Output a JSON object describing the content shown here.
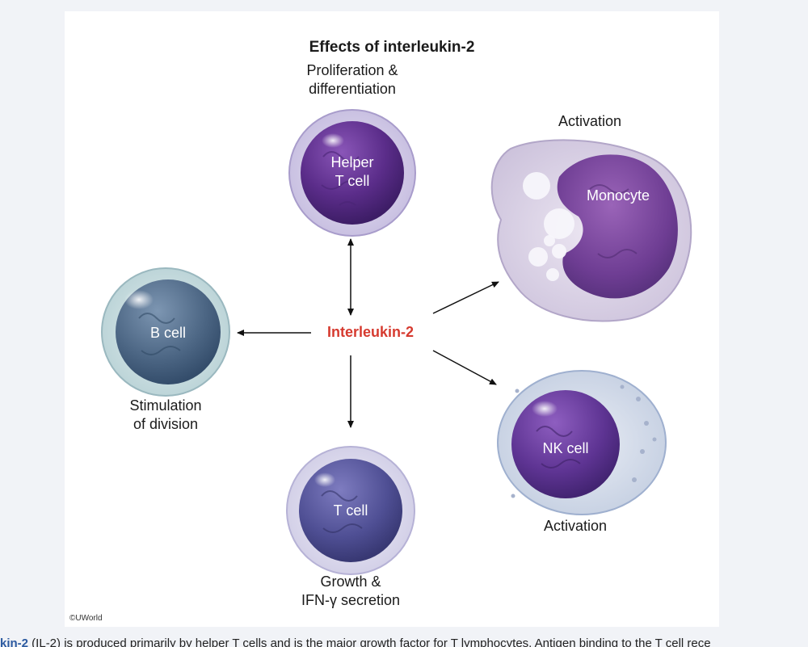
{
  "title": "Effects of interleukin-2",
  "center_label": "Interleukin-2",
  "cells": {
    "helper_t": {
      "name_line1": "Helper",
      "name_line2": "T cell",
      "effect_line1": "Proliferation &",
      "effect_line2": "differentiation"
    },
    "monocyte": {
      "name": "Monocyte",
      "effect": "Activation"
    },
    "b_cell": {
      "name": "B cell",
      "effect_line1": "Stimulation",
      "effect_line2": "of division"
    },
    "nk_cell": {
      "name": "NK cell",
      "effect": "Activation"
    },
    "t_cell": {
      "name": "T cell",
      "effect_line1": "Growth &",
      "effect_line2": "IFN-γ secretion"
    }
  },
  "credit": "©UWorld",
  "caption": {
    "term": "kin-2",
    "text": " (IL-2) is produced primarily by helper T cells and is the major growth factor for T lymphocytes. Antigen binding to the T cell rece"
  }
}
